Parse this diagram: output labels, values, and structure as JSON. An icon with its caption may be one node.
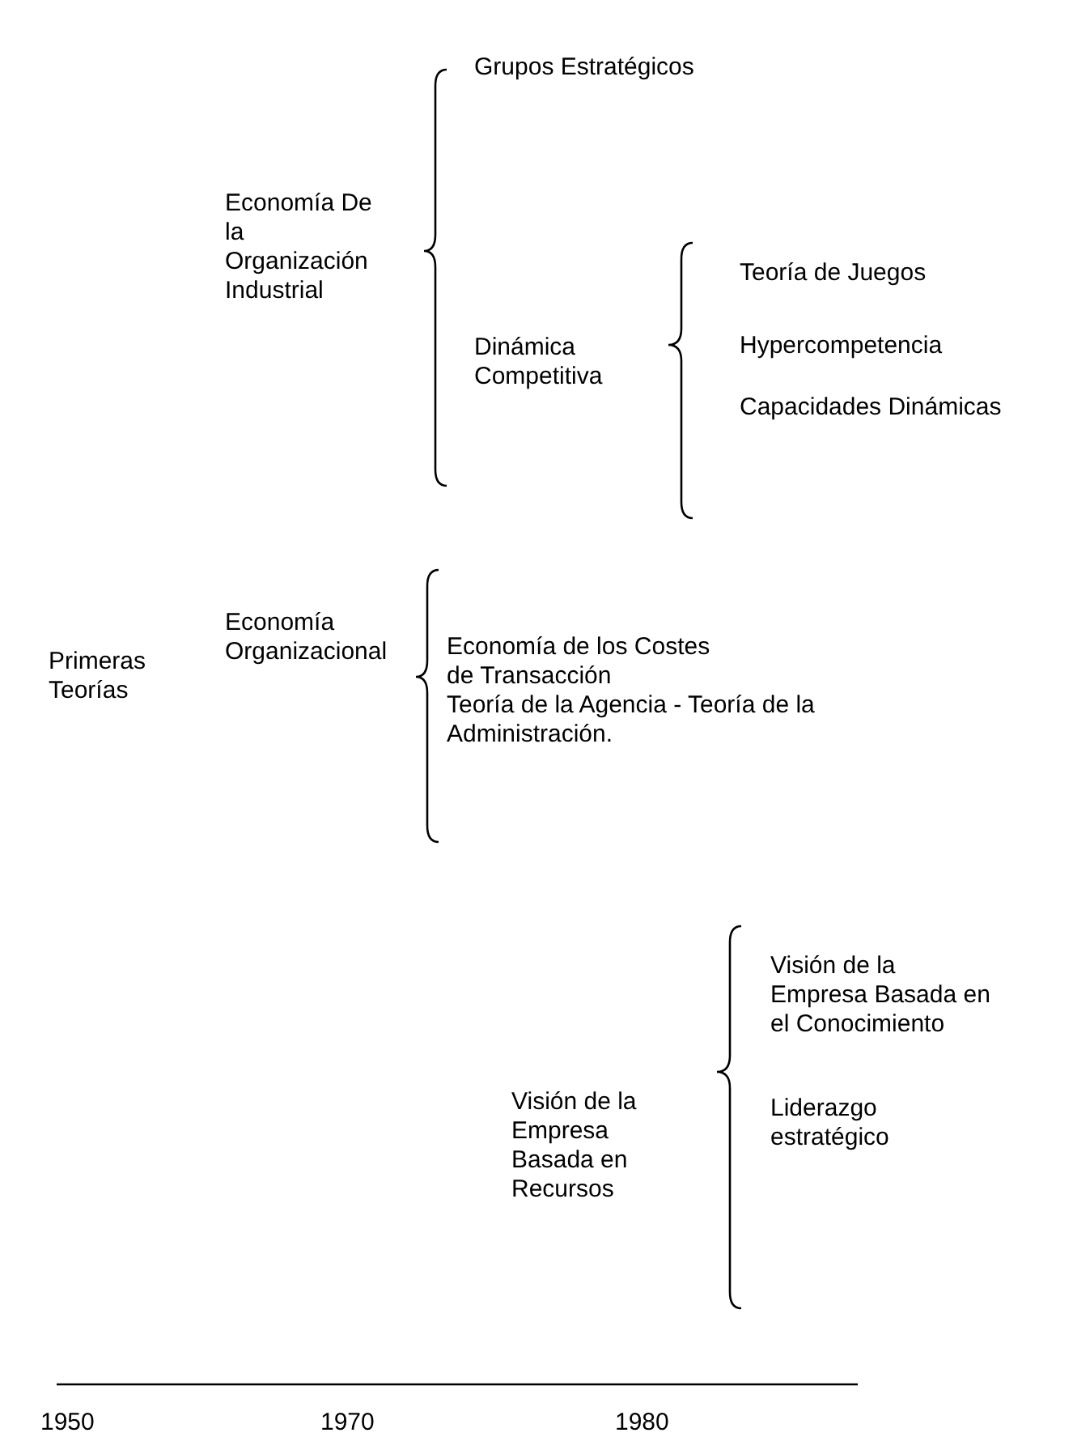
{
  "diagram": {
    "labels": [
      "Grupos Estratégicos",
      "Economía De la Organización Industrial",
      "Teoría de Juegos",
      "Dinámica Competitiva",
      "Hypercompetencia",
      "Capacidades Dinámicas",
      "Economía Organizacional",
      "Primeras Teorías",
      "Economía de los Costes de Transacción",
      "Teoría de la Agencia - Teoría de la Administración.",
      "Visión de la Empresa Basada en el Conocimiento",
      "Visión de la Empresa Basada en Recursos",
      "Liderazgo estratégico",
      "1950",
      "1970",
      "1980"
    ]
  }
}
